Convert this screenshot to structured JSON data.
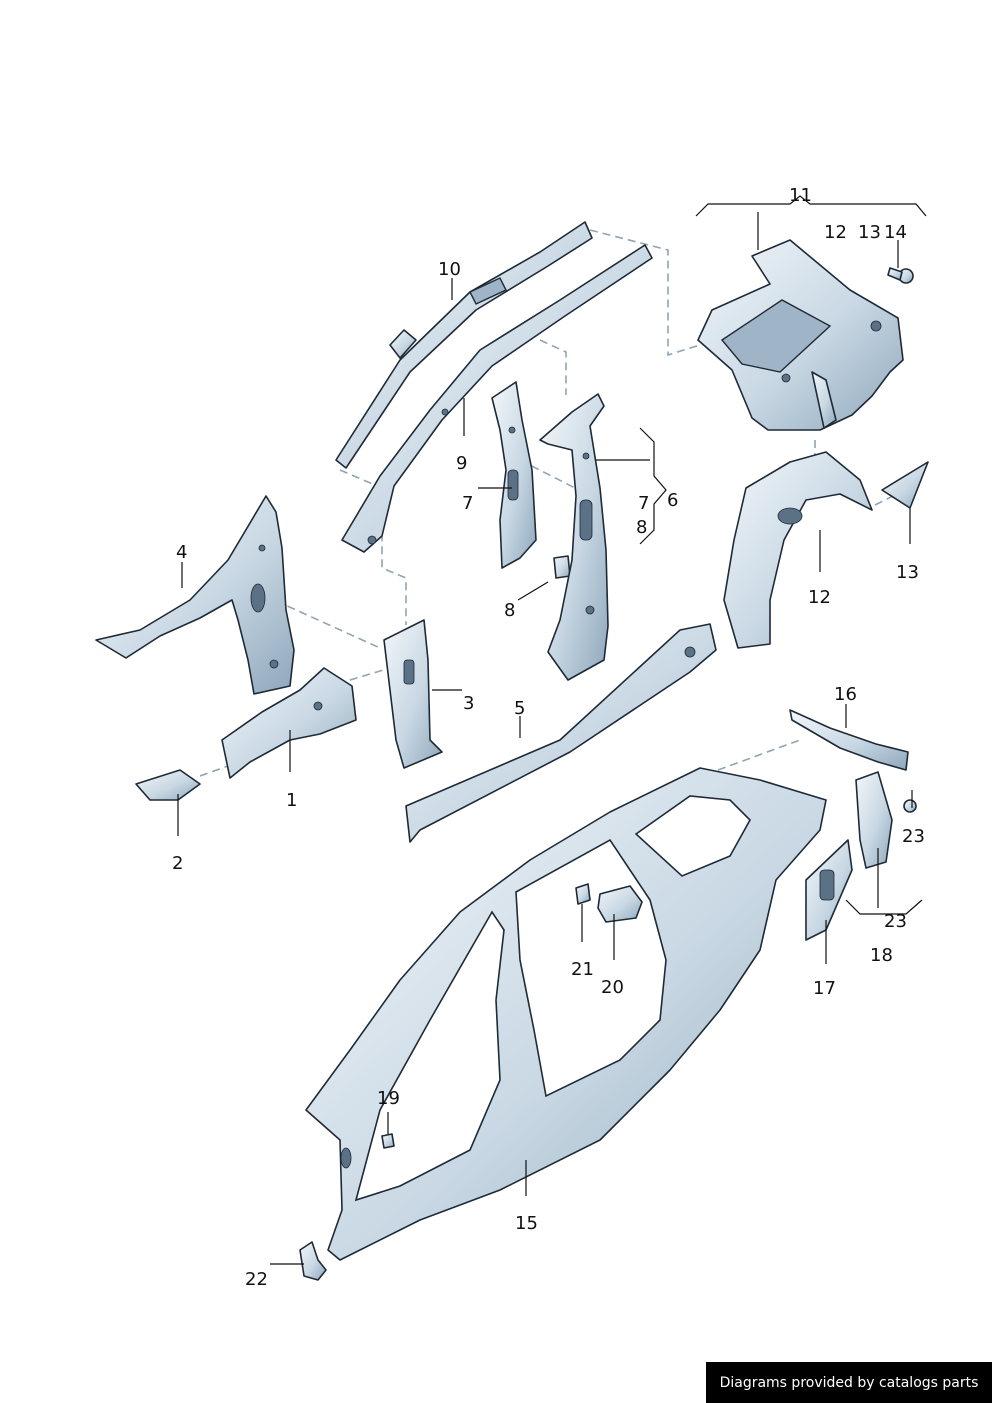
{
  "callouts": {
    "c1": "1",
    "c2": "2",
    "c3": "3",
    "c4": "4",
    "c5": "5",
    "c6": "6",
    "c7a": "7",
    "c7b": "7",
    "c8a": "8",
    "c8b": "8",
    "c9": "9",
    "c10": "10",
    "c11": "11",
    "c12top": "12",
    "c13top": "13",
    "c14": "14",
    "c12": "12",
    "c13": "13",
    "c15": "15",
    "c16": "16",
    "c17": "17",
    "c18": "18",
    "c19": "19",
    "c20": "20",
    "c21": "21",
    "c22": "22",
    "c23a": "23",
    "c23b": "23"
  },
  "colors": {
    "steel_light": "#e9f0f5",
    "steel_mid": "#c3d3e0",
    "steel_dark": "#8ea7bb",
    "outline": "#1e2a36"
  },
  "footer": {
    "credit": "Diagrams provided by catalogs parts"
  }
}
